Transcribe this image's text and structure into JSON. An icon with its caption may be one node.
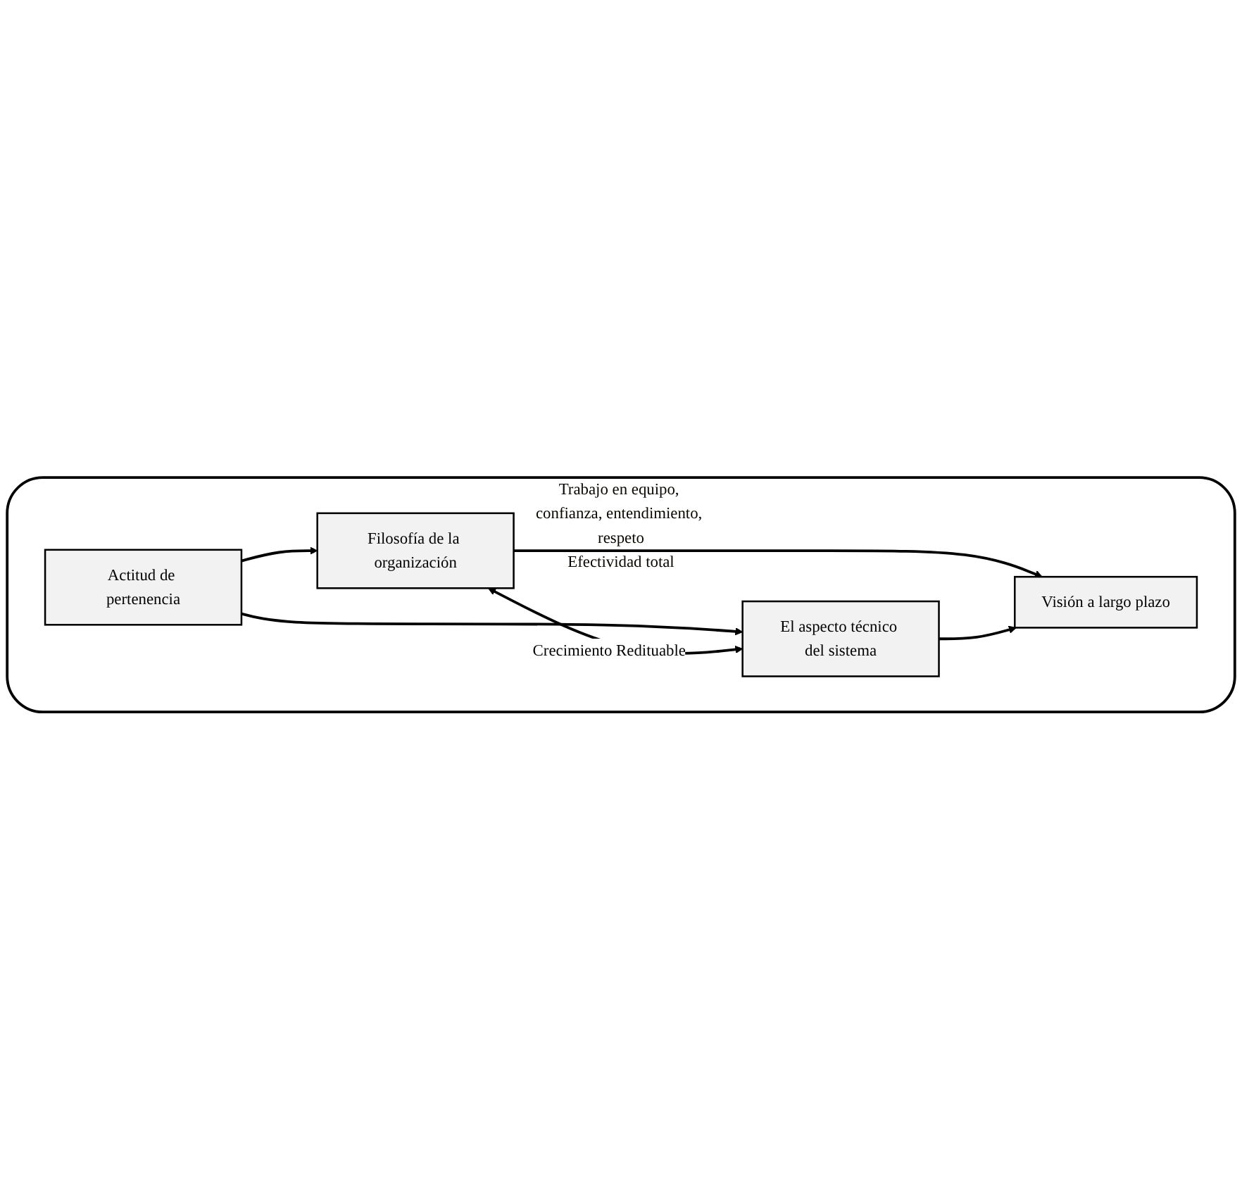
{
  "diagram": {
    "nodes": [
      {
        "text": [
          "Trabajo en equipo, confianza, entendimiento, respeto",
          "Efectividad total"
        ]
      },
      {
        "text": [
          "Actitud de pertenencia"
        ],
        "in": 0
      },
      {
        "text": [
          "Filosofía de la organización"
        ],
        "in": 0
      },
      {
        "text": [
          "El aspecto técnico del sistema"
        ],
        "in": 0
      },
      {
        "text": [
          "Visión a largo plazo"
        ],
        "in": 0
      }
    ],
    "edges": [
      {
        "from": 1,
        "to": 2,
        "arrow": "to"
      },
      {
        "from": 1,
        "to": 3,
        "arrow": "to"
      },
      {
        "from": 2,
        "to": 3,
        "arrow": "both",
        "label": "Crecimiento Redituable"
      },
      {
        "from": 2,
        "to": 4,
        "arrow": "to"
      },
      {
        "from": 3,
        "to": 4,
        "arrow": "to"
      }
    ]
  }
}
